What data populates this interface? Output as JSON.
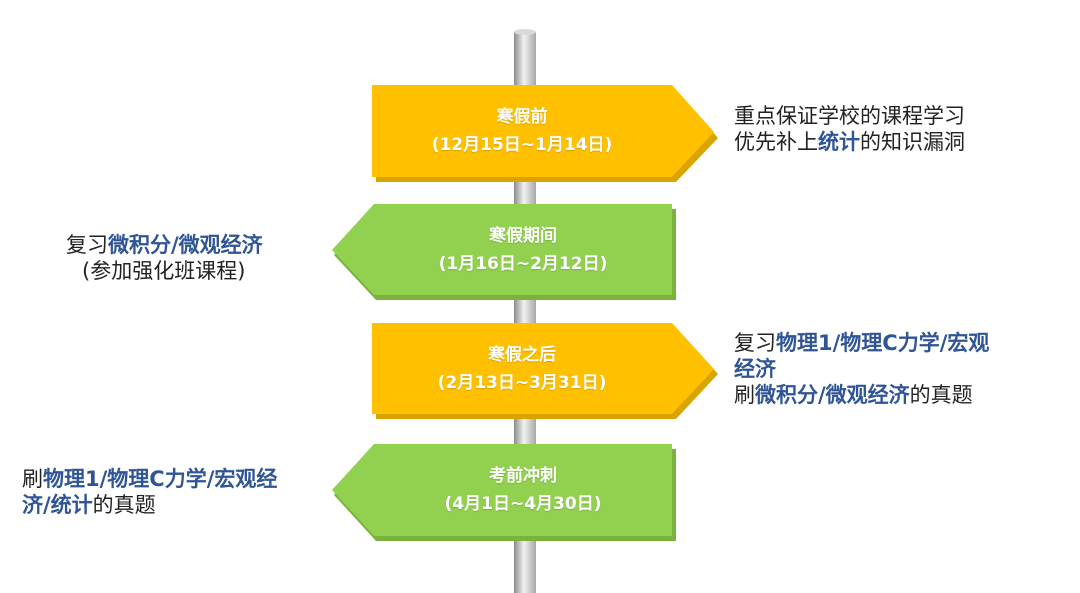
{
  "colors": {
    "pole_light": "#f2f2f2",
    "pole_dark": "#a6a6a6",
    "sign_orange": "#ffc000",
    "sign_orange_shadow": "#d9a300",
    "sign_green": "#92d050",
    "sign_green_shadow": "#79b23c",
    "highlight_text": "#2f5597",
    "body_text": "#222222"
  },
  "signs": [
    {
      "title": "寒假前",
      "dates": "(12月15日~1月14日)"
    },
    {
      "title": "寒假期间",
      "dates": "(1月16日~2月12日)"
    },
    {
      "title": "寒假之后",
      "dates": "(2月13日~3月31日)"
    },
    {
      "title": "考前冲刺",
      "dates": "(4月1日~4月30日)"
    }
  ],
  "notes": [
    {
      "line1": "重点保证学校的课程学习",
      "line2_pre": "优先补上",
      "line2_hl": "统计",
      "line2_post": "的知识漏洞"
    },
    {
      "line1_pre": "复习",
      "line1_hl": "微积分/微观经济",
      "line2": "(参加强化班课程)"
    },
    {
      "line1_pre": "复习",
      "line1_hl": "物理1/物理C力学/宏观",
      "line2_hl": "经济",
      "line3_pre": "刷",
      "line3_hl": "微积分/微观经济",
      "line3_post": "的真题"
    },
    {
      "line1_pre": "刷",
      "line1_hl": "物理1/物理C力学/宏观经",
      "line2_hl": "济/统计",
      "line2_post": "的真题"
    }
  ]
}
